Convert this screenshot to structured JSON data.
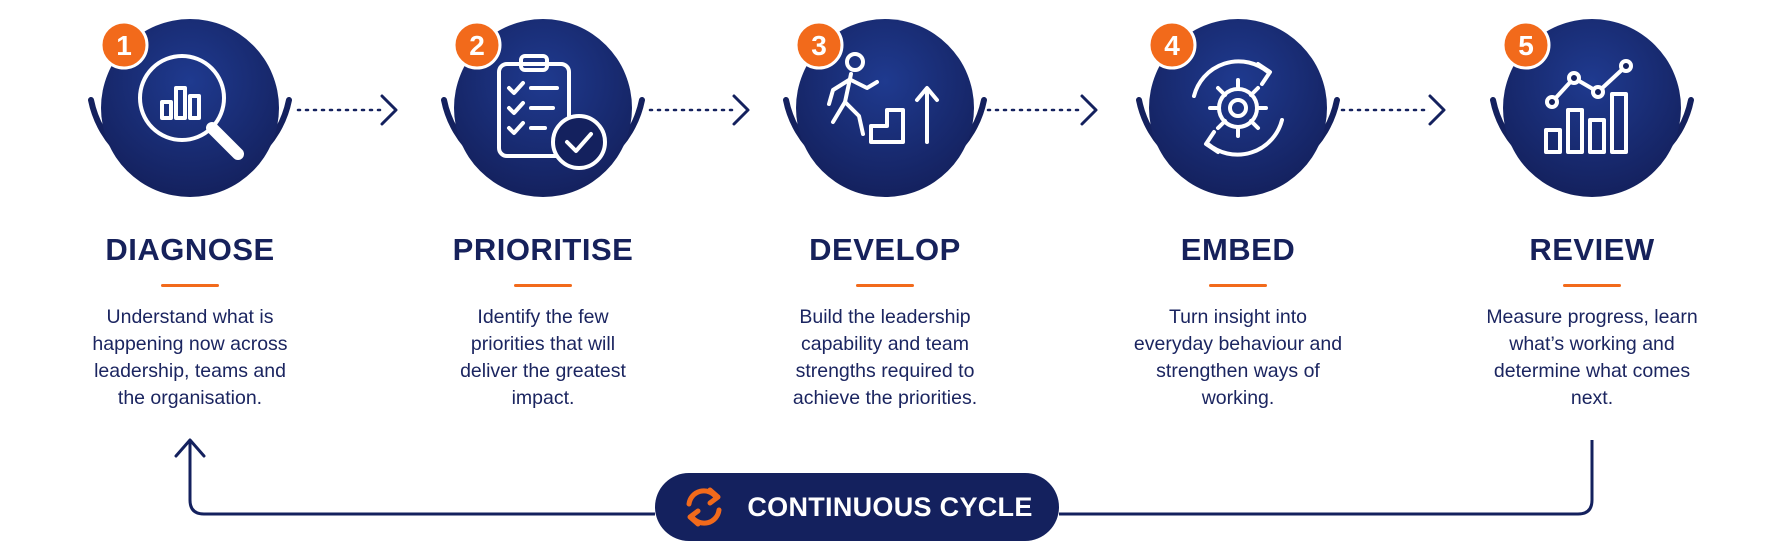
{
  "colors": {
    "navy": "#14215e",
    "navy_light": "#1f3a8f",
    "orange": "#f26a1b",
    "white": "#ffffff"
  },
  "stages": [
    {
      "number": "1",
      "title": "DIAGNOSE",
      "description": "Understand what is happening now across leadership, teams and the organisation.",
      "icon": "magnifier-chart-icon"
    },
    {
      "number": "2",
      "title": "PRIORITISE",
      "description": "Identify the few priorities that will deliver the greatest impact.",
      "icon": "clipboard-check-icon"
    },
    {
      "number": "3",
      "title": "DEVELOP",
      "description": "Build the leadership capability and team strengths required to achieve the priorities.",
      "icon": "person-climbing-steps-icon"
    },
    {
      "number": "4",
      "title": "EMBED",
      "description": "Turn insight into everyday behaviour and strengthen ways of working.",
      "icon": "gear-cycle-icon"
    },
    {
      "number": "5",
      "title": "REVIEW",
      "description": "Measure progress, learn what’s working and determine what comes next.",
      "icon": "bar-chart-trend-icon"
    }
  ],
  "cycle": {
    "label": "CONTINUOUS CYCLE",
    "icon": "refresh-arrows-icon"
  }
}
